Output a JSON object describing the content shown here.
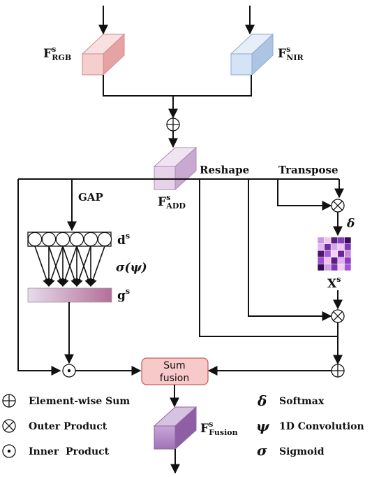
{
  "labels": {
    "rgb": {
      "main": "F",
      "sup": "s",
      "sub": "RGB"
    },
    "nir": {
      "main": "F",
      "sup": "s",
      "sub": "NIR"
    },
    "add": {
      "main": "F",
      "sup": "s",
      "sub": "ADD"
    },
    "fusion_out": {
      "main": "F",
      "sup": "s",
      "sub": "Fusion"
    },
    "reshape": "Reshape",
    "transpose": "Transpose",
    "gap": "GAP",
    "d": {
      "main": "d",
      "sup": "s"
    },
    "g": {
      "main": "g",
      "sup": "s"
    },
    "sigma_psi": "σ(ψ)",
    "delta": "δ",
    "x": {
      "main": "X",
      "sup": "s"
    },
    "sum_fusion": [
      "Sum",
      "fusion"
    ]
  },
  "legend": [
    {
      "symbol": "sum-icon",
      "text": "Element-wise Sum"
    },
    {
      "symbol": "outer-product-icon",
      "text": "Outer Product"
    },
    {
      "symbol": "inner-product-icon",
      "text": "Inner  Product"
    },
    {
      "symbol_text": "δ",
      "text": "Softmax"
    },
    {
      "symbol_text": "ψ",
      "text": "1D Convolution"
    },
    {
      "symbol_text": "σ",
      "text": "Sigmoid"
    }
  ],
  "colors": {
    "rgb_front": "#f5cece",
    "rgb_top": "#f8e0e0",
    "rgb_side": "#e6a3a3",
    "nir_front": "#d5e3f7",
    "nir_top": "#e6eefa",
    "nir_side": "#aec4e3",
    "add_front": "#e6d3ea",
    "add_top": "#f0e4f2",
    "add_side": "#c9a9d1",
    "fusion_front": "#b48ac6",
    "fusion_top": "#d8c2e2",
    "fusion_side": "#8f5fa6",
    "sum_box_fill": "#f8c9c9",
    "sum_box_stroke": "#c86060",
    "g_bar_start": "#e6dbec",
    "g_bar_end": "#b46f98",
    "matrix": [
      "#c79be0",
      "#f2c6f0",
      "#5a1e80",
      "#8a3cc6",
      "#3d0a5e",
      "#e6b4f0",
      "#6b2b9e",
      "#d7a6ea",
      "#f0c8ee",
      "#7f3ab8",
      "#4b1470",
      "#a659d8",
      "#f6d2f2",
      "#6a22a0",
      "#c48ae0",
      "#9e4fd2",
      "#f2c2ee",
      "#5b1c86",
      "#e1aef0",
      "#8c3cc4",
      "#3a0858",
      "#c9a0e2",
      "#7d36b4",
      "#f4cdf2",
      "#a455d6"
    ]
  }
}
